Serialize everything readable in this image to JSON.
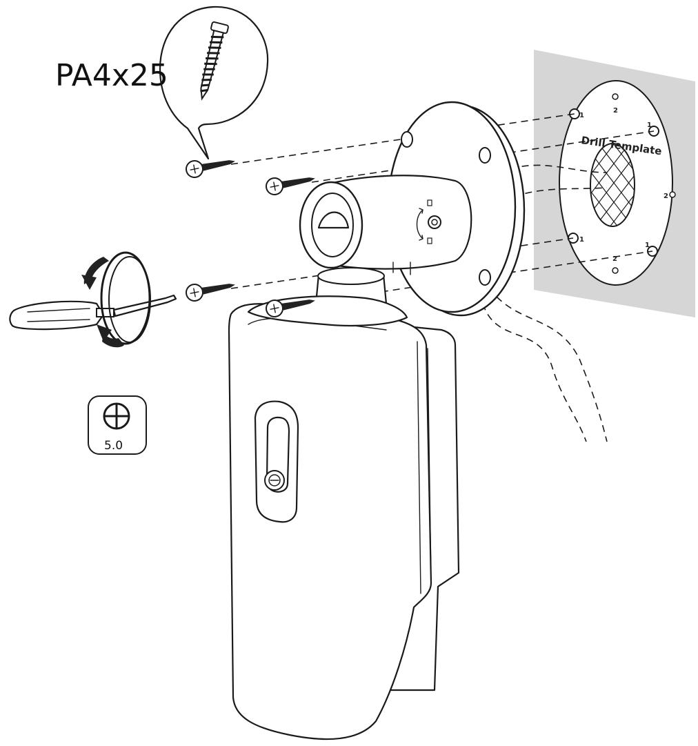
{
  "screw_label": "PA4x25",
  "drill_template_label": "Drill Template",
  "screwdriver_size": "5.0",
  "template_numbers": [
    "1",
    "2",
    "1",
    "2",
    "1",
    "2",
    "1"
  ],
  "icons": [
    "screw-callout-icon",
    "phillips-bit-icon",
    "screwdriver-icon",
    "rotate-arrow-icon"
  ],
  "colors": {
    "wall": "#d6d6d6",
    "line": "#1a1a1a",
    "background": "#ffffff"
  }
}
